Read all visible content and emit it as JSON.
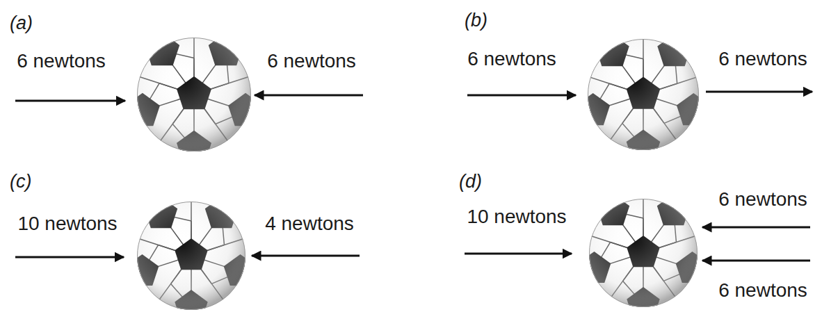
{
  "diagram": {
    "labels": [
      "(a)",
      "6 newtons",
      "6 newtons",
      "(b)",
      "6 newtons",
      "6 newtons",
      "(c)",
      "10 newtons",
      "4 newtons",
      "(d)",
      "10 newtons",
      "6 newtons",
      "6 newtons"
    ]
  }
}
